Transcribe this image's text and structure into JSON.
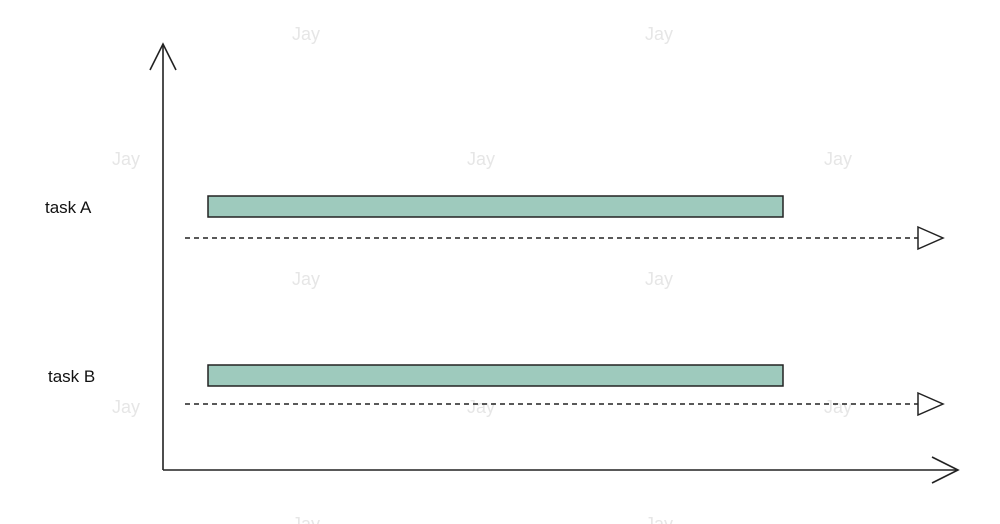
{
  "diagram": {
    "tasks": [
      {
        "label": "task A",
        "bar_color": "#9ecabd"
      },
      {
        "label": "task B",
        "bar_color": "#9ecabd"
      }
    ],
    "watermark": "Jay",
    "colors": {
      "line": "#222222",
      "bar_border": "#222222",
      "watermark": "#e6e6e6"
    }
  }
}
